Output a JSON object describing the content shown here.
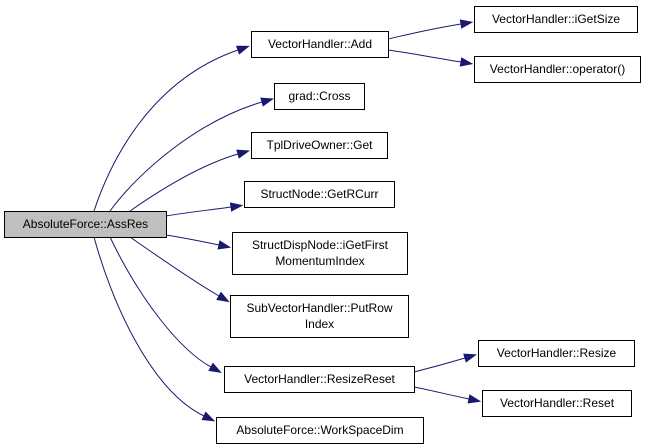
{
  "colors": {
    "root_fill": "#bfbfbf",
    "node_fill": "#ffffff",
    "node_stroke": "#000000",
    "edge": "#191970"
  },
  "nodes": {
    "root": [
      "AbsoluteForce::AssRes"
    ],
    "add": [
      "VectorHandler::Add"
    ],
    "igetsize": [
      "VectorHandler::iGetSize"
    ],
    "operator": [
      "VectorHandler::operator()"
    ],
    "cross": [
      "grad::Cross"
    ],
    "get": [
      "TplDriveOwner::Get"
    ],
    "getrcurr": [
      "StructNode::GetRCurr"
    ],
    "igetfirst": [
      "StructDispNode::iGetFirst",
      "MomentumIndex"
    ],
    "putrow": [
      "SubVectorHandler::PutRow",
      "Index"
    ],
    "resizereset": [
      "VectorHandler::ResizeReset"
    ],
    "resize": [
      "VectorHandler::Resize"
    ],
    "reset": [
      "VectorHandler::Reset"
    ],
    "workspacedim": [
      "AbsoluteForce::WorkSpaceDim"
    ]
  },
  "edges": [
    [
      "root",
      "add"
    ],
    [
      "root",
      "cross"
    ],
    [
      "root",
      "get"
    ],
    [
      "root",
      "getrcurr"
    ],
    [
      "root",
      "igetfirst"
    ],
    [
      "root",
      "putrow"
    ],
    [
      "root",
      "resizereset"
    ],
    [
      "root",
      "workspacedim"
    ],
    [
      "add",
      "igetsize"
    ],
    [
      "add",
      "operator"
    ],
    [
      "resizereset",
      "resize"
    ],
    [
      "resizereset",
      "reset"
    ]
  ]
}
